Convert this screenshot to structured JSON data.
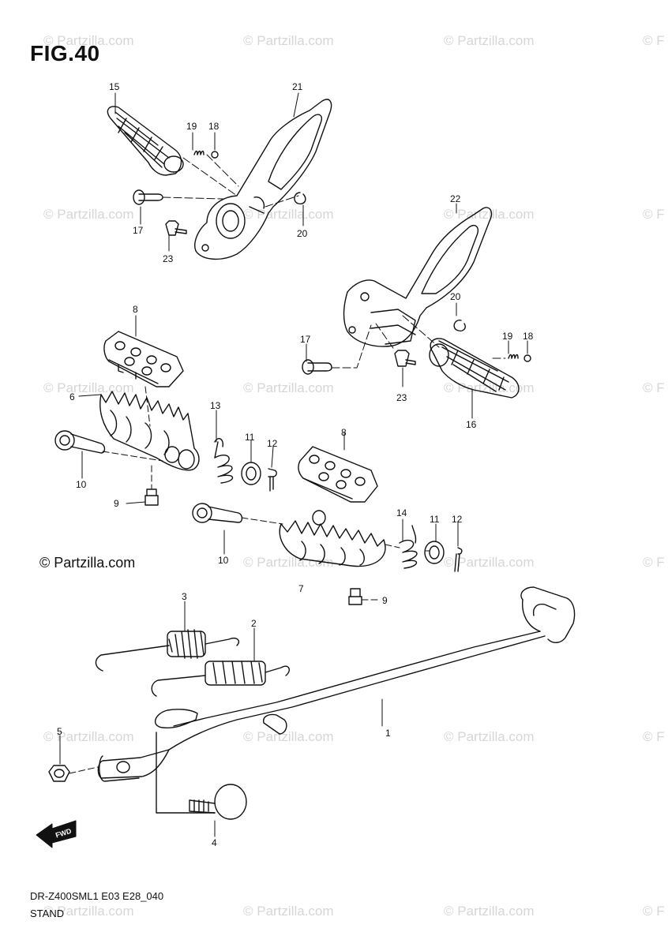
{
  "figure": {
    "title": "FIG.40",
    "copyright": "© Partzilla.com",
    "model_code": "DR-Z400SML1 E03 E28_040",
    "section": "STAND"
  },
  "watermark": {
    "text": "© Partzilla.com",
    "clipped_text": "© F"
  },
  "callouts": {
    "c1": "1",
    "c2": "2",
    "c3": "3",
    "c4": "4",
    "c5": "5",
    "c6": "6",
    "c7": "7",
    "c8a": "8",
    "c8b": "8",
    "c9a": "9",
    "c9b": "9",
    "c10a": "10",
    "c10b": "10",
    "c11a": "11",
    "c11b": "11",
    "c12a": "12",
    "c12b": "12",
    "c13": "13",
    "c14": "14",
    "c15": "15",
    "c16": "16",
    "c17a": "17",
    "c17b": "17",
    "c18a": "18",
    "c18b": "18",
    "c19a": "19",
    "c19b": "19",
    "c20a": "20",
    "c20b": "20",
    "c21": "21",
    "c22": "22",
    "c23a": "23",
    "c23b": "23"
  },
  "forward_arrow": {
    "label": "FWD",
    "icon": "forward-arrow-icon"
  },
  "colors": {
    "line": "#111111",
    "watermark": "#d6d6d6",
    "background": "#ffffff"
  }
}
